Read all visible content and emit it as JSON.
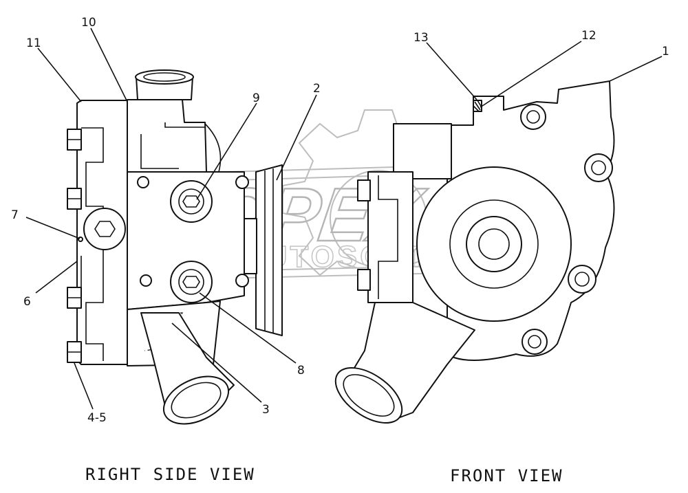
{
  "views": {
    "right_side": {
      "label": "RIGHT SIDE VIEW"
    },
    "front": {
      "label": "FRONT VIEW"
    }
  },
  "callouts": {
    "c1": "1",
    "c2": "2",
    "c3": "3",
    "c4_5": "4-5",
    "c6": "6",
    "c7": "7",
    "c8": "8",
    "c9": "9",
    "c10": "10",
    "c11": "11",
    "c12": "12",
    "c13": "13"
  },
  "watermark": {
    "brand": "OPEX",
    "sub": "AUTOSOFT"
  }
}
